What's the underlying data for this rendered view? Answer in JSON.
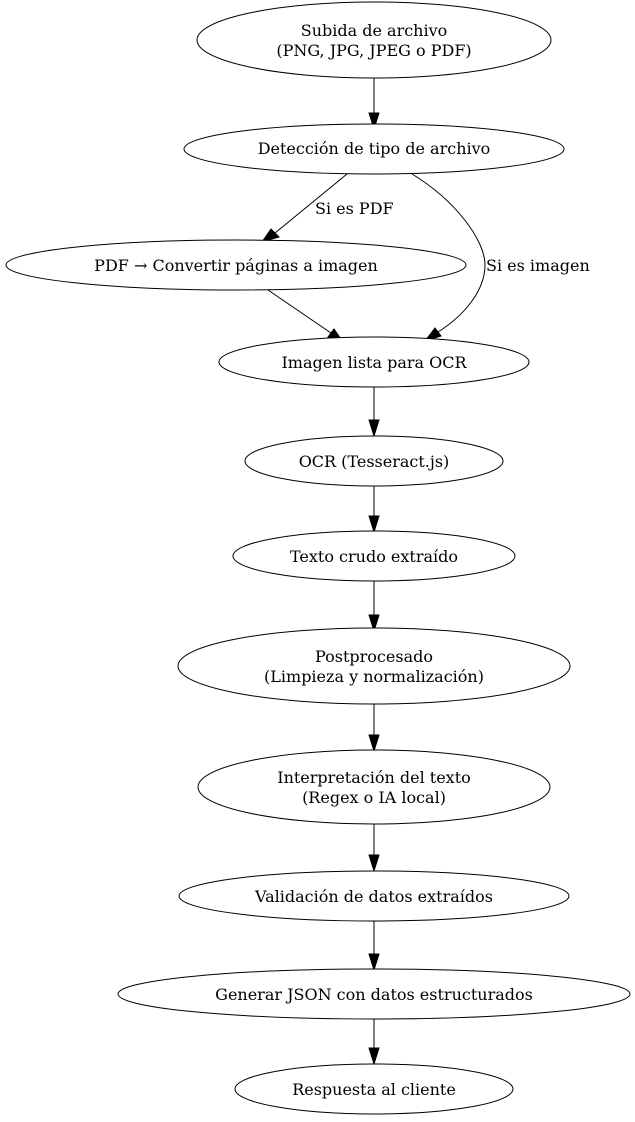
{
  "nodes": {
    "upload": {
      "line1": "Subida de archivo",
      "line2": "(PNG, JPG, JPEG o PDF)"
    },
    "detect": {
      "line1": "Detección de tipo de archivo"
    },
    "pdf_convert": {
      "line1": "PDF → Convertir páginas a imagen"
    },
    "image_ready": {
      "line1": "Imagen lista para OCR"
    },
    "ocr": {
      "line1": "OCR (Tesseract.js)"
    },
    "raw_text": {
      "line1": "Texto crudo extraído"
    },
    "postprocess": {
      "line1": "Postprocesado",
      "line2": "(Limpieza y normalización)"
    },
    "interpret": {
      "line1": "Interpretación del texto",
      "line2": "(Regex o IA local)"
    },
    "validate": {
      "line1": "Validación de datos extraídos"
    },
    "json": {
      "line1": "Generar JSON con datos estructurados"
    },
    "response": {
      "line1": "Respuesta al cliente"
    }
  },
  "edges": {
    "detect_to_pdf": {
      "label": "Si es PDF"
    },
    "detect_to_image": {
      "label": "Si es imagen"
    }
  }
}
